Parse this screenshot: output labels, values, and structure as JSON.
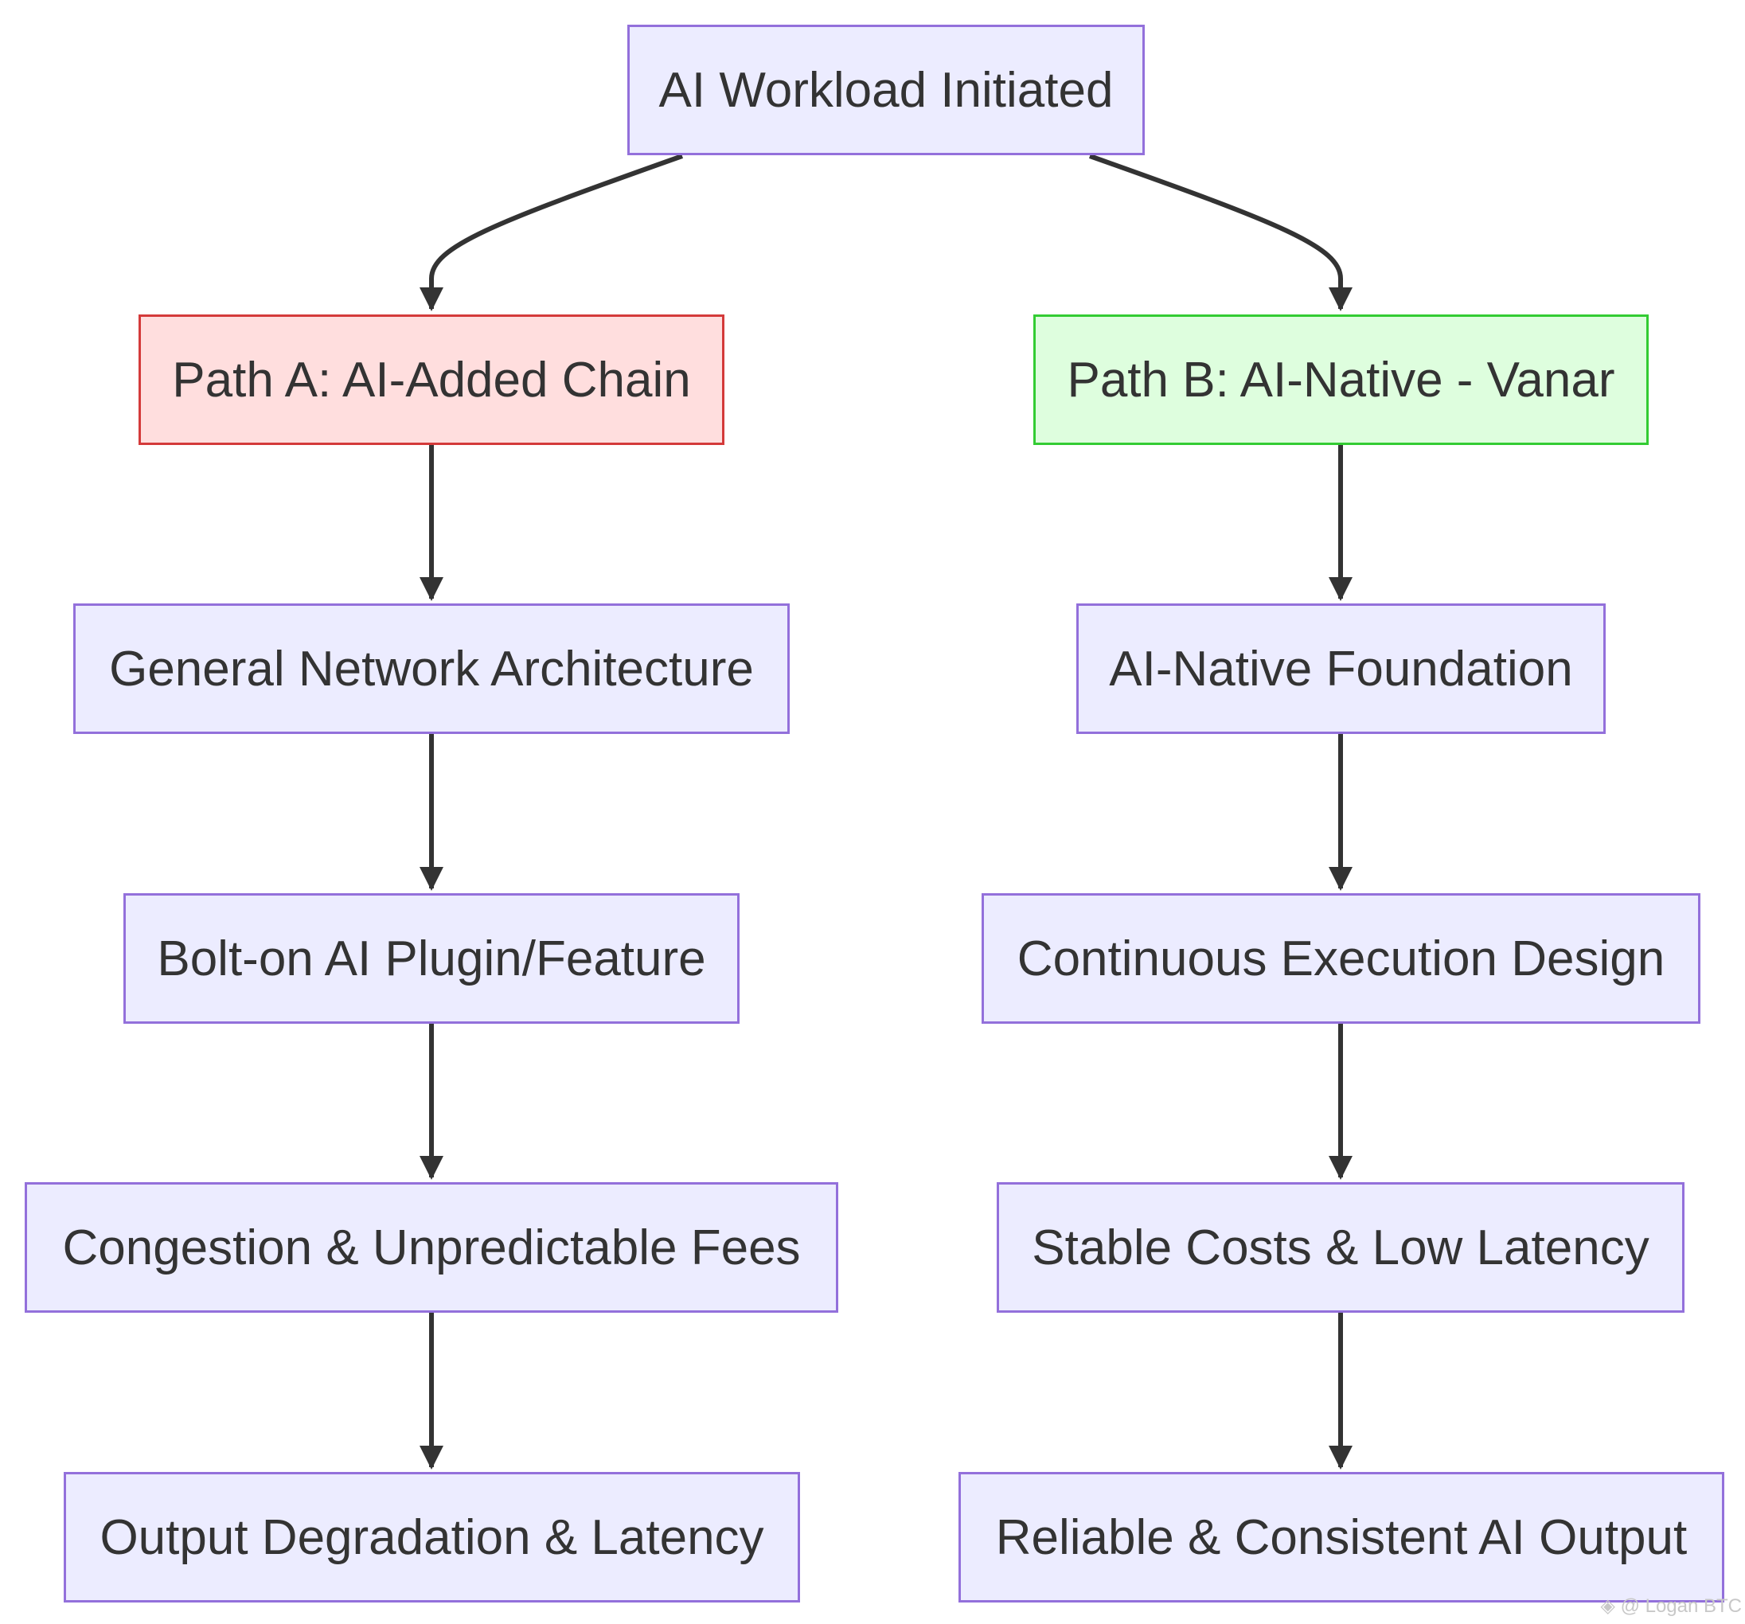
{
  "diagram": {
    "type": "flowchart",
    "root": {
      "id": "start",
      "label": "AI Workload Initiated"
    },
    "paths": [
      {
        "id": "path-a",
        "label": "Path A: AI-Added Chain",
        "color": "#d43a3a",
        "fill": "#ffdede",
        "steps": [
          "General Network Architecture",
          "Bolt-on AI Plugin/Feature",
          "Congestion & Unpredictable Fees",
          "Output Degradation & Latency"
        ]
      },
      {
        "id": "path-b",
        "label": "Path B: AI-Native - Vanar",
        "color": "#33cc33",
        "fill": "#defede",
        "steps": [
          "AI-Native Foundation",
          "Continuous Execution Design",
          "Stable Costs & Low Latency",
          "Reliable & Consistent AI Output"
        ]
      }
    ],
    "edges": [
      [
        "start",
        "path-a"
      ],
      [
        "start",
        "path-b"
      ],
      [
        "path-a",
        "a1"
      ],
      [
        "a1",
        "a2"
      ],
      [
        "a2",
        "a3"
      ],
      [
        "a3",
        "a4"
      ],
      [
        "path-b",
        "b1"
      ],
      [
        "b1",
        "b2"
      ],
      [
        "b2",
        "b3"
      ],
      [
        "b3",
        "b4"
      ]
    ],
    "colors": {
      "node_fill": "#ececff",
      "node_border": "#9370db",
      "edge": "#333333",
      "text": "#333333"
    }
  },
  "watermark": "@ Logan BTC"
}
